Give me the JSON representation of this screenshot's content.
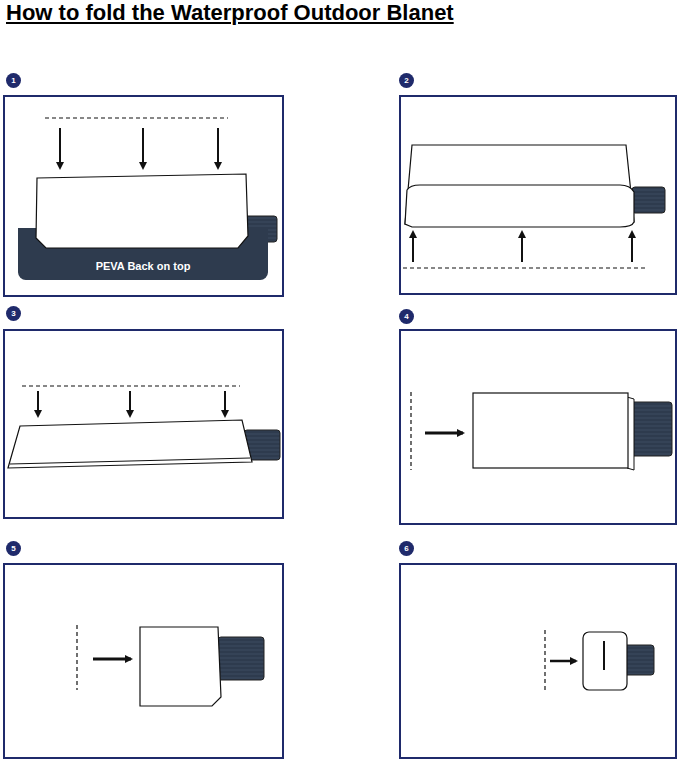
{
  "diagram": {
    "title": "How to fold the Waterproof Outdoor Blanet",
    "nodes": [
      {
        "text": [
          "1"
        ]
      },
      {
        "text": [
          "PEVA Back on top"
        ]
      },
      {
        "text": [
          "2"
        ]
      },
      {
        "text": [
          "3"
        ]
      },
      {
        "text": [
          "4"
        ]
      },
      {
        "text": [
          "5"
        ]
      },
      {
        "text": [
          "6"
        ]
      }
    ]
  }
}
